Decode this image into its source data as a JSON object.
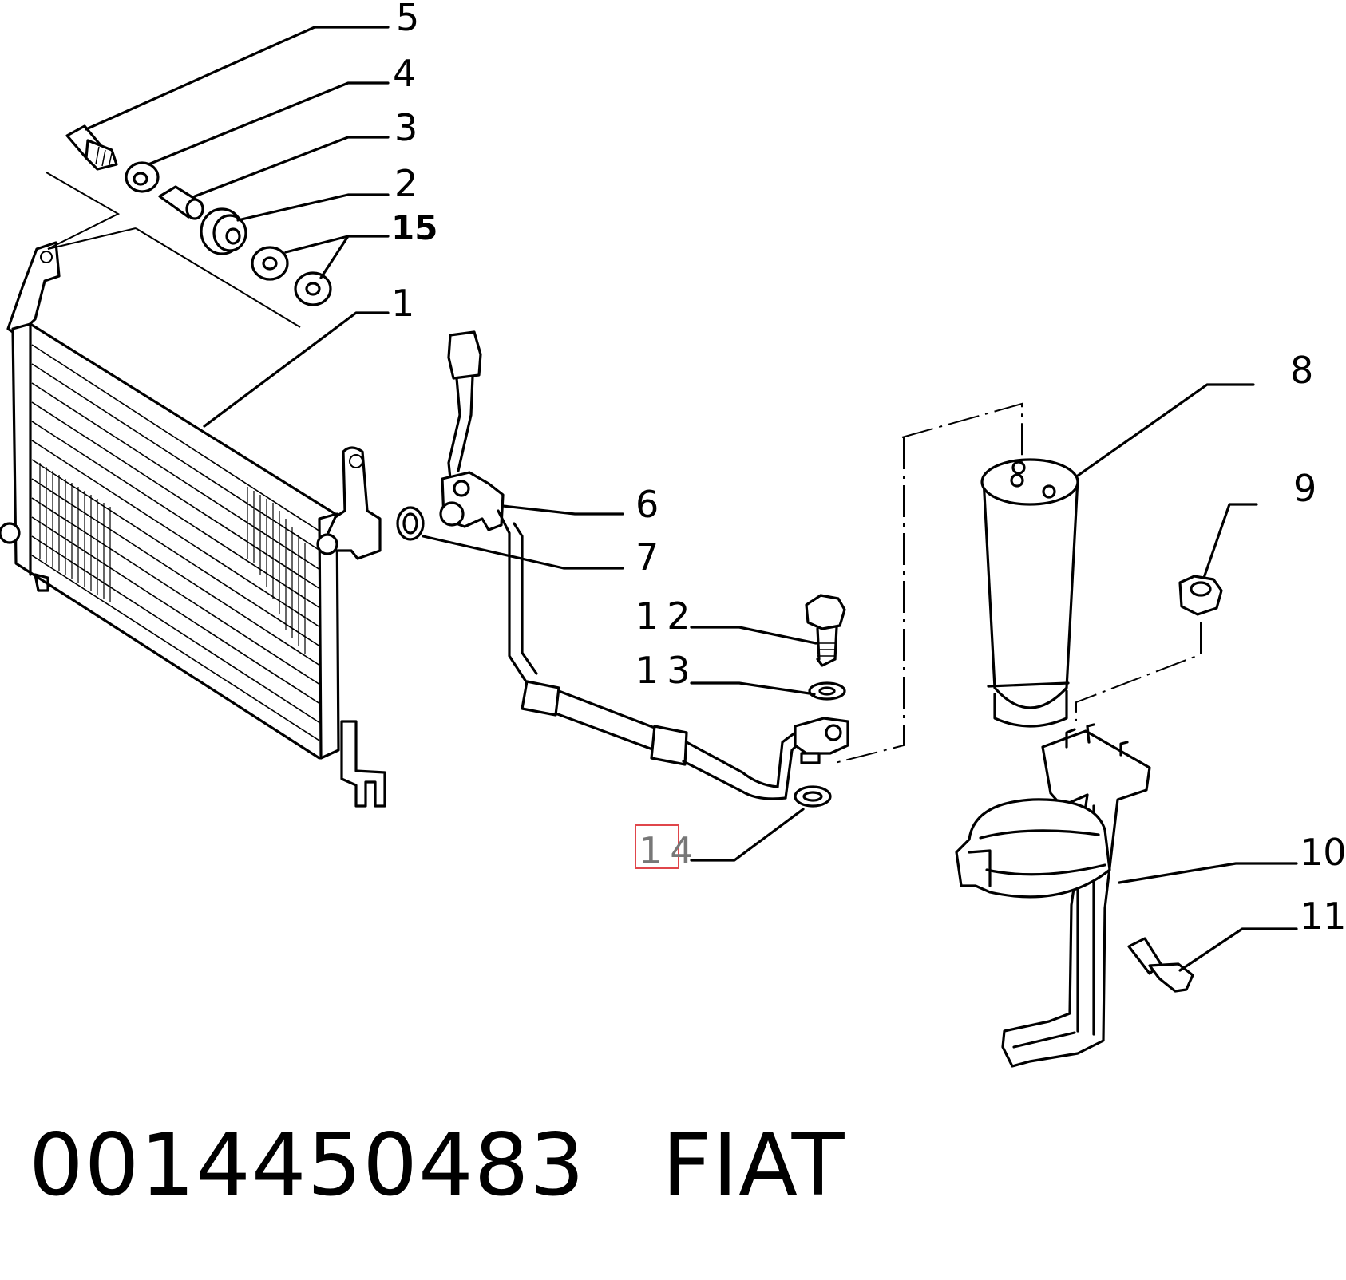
{
  "callouts": {
    "c1": "1",
    "c2": "2",
    "c3": "3",
    "c4": "4",
    "c5": "5",
    "c6": "6",
    "c7": "7",
    "c8": "8",
    "c9": "9",
    "c10": "10",
    "c11": "11",
    "c12": "12",
    "c13": "13",
    "c14": "14",
    "c15": "15"
  },
  "highlight": {
    "callout": "14",
    "color": "#e0464b"
  },
  "caption": {
    "part_number": "0014450483",
    "brand": "FIAT"
  }
}
